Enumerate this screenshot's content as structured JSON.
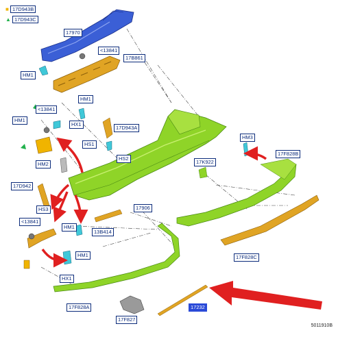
{
  "legend": {
    "square": {
      "symbol": "■",
      "code": "17D943B",
      "color": "#f0b400"
    },
    "triangle": {
      "symbol": "▲",
      "code": "17D943C",
      "color": "#22b14c"
    }
  },
  "parts": {
    "p17970": "17970",
    "p13841_a": "<13841",
    "p17B861": "17B861",
    "HM1_a": "HM1",
    "HM1_b": "HM1",
    "p13841_b": "<13841",
    "HM1_c": "HM1",
    "HX1_a": "HX1",
    "p17D943A": "17D943A",
    "HS1": "HS1",
    "HM2": "HM2",
    "HS2": "HS2",
    "p17K922": "17K922",
    "HM3": "HM3",
    "p17F828B": "17F828B",
    "p17D942": "17D942",
    "HS3": "HS3",
    "p17906": "17906",
    "p13841_c": "<13841",
    "HM1_d": "HM1",
    "p13B414": "13B414",
    "HM1_e": "HM1",
    "p17F828C": "17F828C",
    "HX1_b": "HX1",
    "p17F828A": "17F828A",
    "p17F827": "17F827",
    "p17232": "17232"
  },
  "diagram_code": "5011910B",
  "colors": {
    "bumper_green": "#8fd428",
    "green_dark": "#4a8a14",
    "beam_blue": "#3b5fd6",
    "bracket_orange": "#e0a424",
    "arrow_red": "#e02020",
    "clip_cyan": "#40c8d8"
  }
}
